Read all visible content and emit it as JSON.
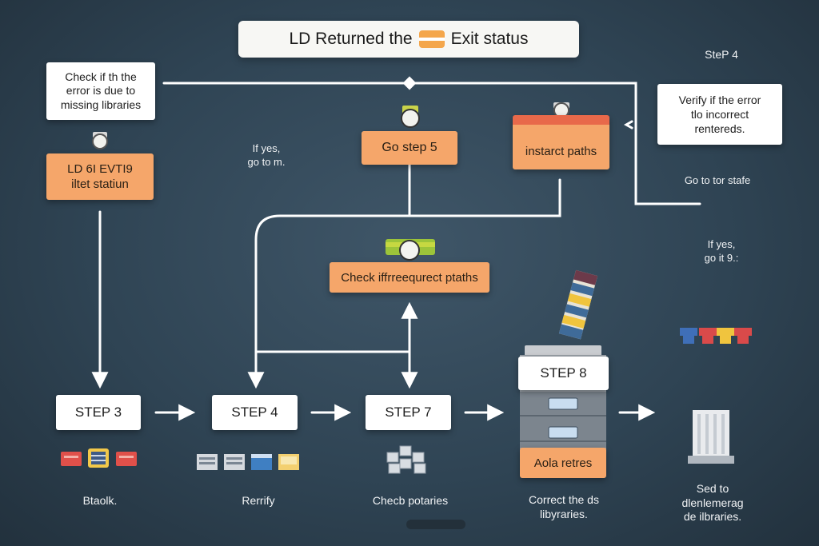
{
  "title": {
    "text_left": "LD Returned the",
    "text_right": "Exit status"
  },
  "left_note": "Check if th the\nerror is due to\nmissing libraries",
  "ld_box": "LD 6I EVTI9\niltet statiun",
  "if_yes_left": "If yes,\ngo to m.",
  "go_step5": "Go step 5",
  "instarct_paths": "instarct paths",
  "step4_top": "SteP 4",
  "verify_box": "Verify if the error\ntlo incorrect\nrentereds.",
  "go_to_state": "Go to tor stafe",
  "if_yes_right": "If yes,\ngo it 9.:",
  "check_paths": "Check iffrreequrect ptaths",
  "steps": {
    "s3": "STEP 3",
    "s4": "STEP 4",
    "s7": "STEP 7",
    "s8": "STEP 8"
  },
  "aola_box": "Aola retres",
  "bottom_labels": {
    "b1": "Btaolk.",
    "b2": "Rerrify",
    "b3": "Checb potaries",
    "b4": "Correct the ds\nlibyraries.",
    "b5": "Sed to\ndlenlemerag\nde ilbraries."
  },
  "colors": {
    "background": "#34495a",
    "orange": "#f5a66a",
    "line": "#ffffff"
  }
}
